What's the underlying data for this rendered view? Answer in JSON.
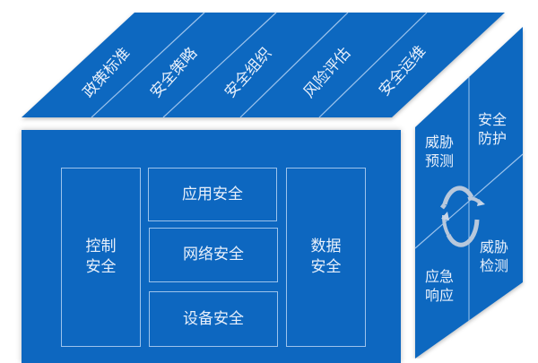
{
  "colors": {
    "face": "#0d67c0",
    "line": "#9cc3ec",
    "text": "#e8f0fb",
    "background": "#ffffff",
    "cycle_arrow": "#b8c8dc"
  },
  "top_face": {
    "items": [
      "政策标准",
      "安全策略",
      "安全组织",
      "风险评估",
      "安全运维"
    ]
  },
  "front_face": {
    "left_column": {
      "line1": "控制",
      "line2": "安全"
    },
    "middle_stack": [
      "应用安全",
      "网络安全",
      "设备安全"
    ],
    "right_column": {
      "line1": "数据",
      "line2": "安全"
    }
  },
  "side_face": {
    "top_left": {
      "line1": "威胁",
      "line2": "预测"
    },
    "top_right": {
      "line1": "安全",
      "line2": "防护"
    },
    "bottom_right": {
      "line1": "威胁",
      "line2": "检测"
    },
    "bottom_left": {
      "line1": "应急",
      "line2": "响应"
    },
    "center_icon": "cycle-arrows-icon"
  }
}
